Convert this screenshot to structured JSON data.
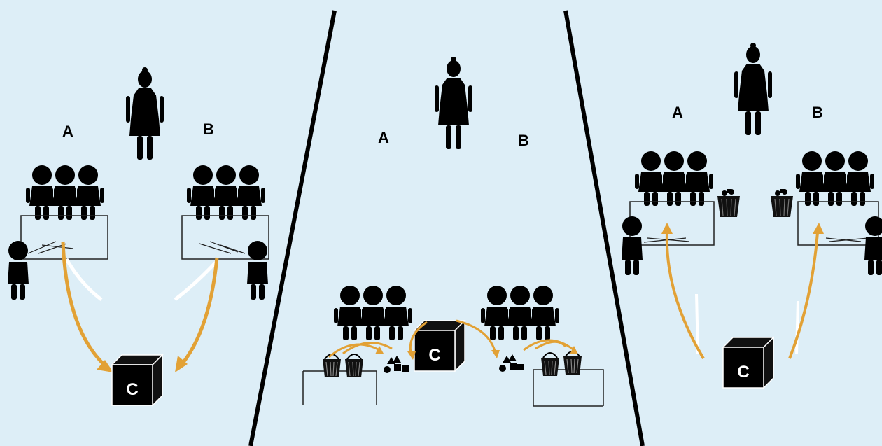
{
  "panels": [
    {
      "label_a": "A",
      "label_b": "B",
      "box_label": "C"
    },
    {
      "label_a": "A",
      "label_b": "B",
      "box_label": "C"
    },
    {
      "label_a": "A",
      "label_b": "B",
      "box_label": "C"
    }
  ],
  "colors": {
    "background": "#ddeef7",
    "figure": "#000000",
    "arrow": "#e2a135",
    "ghost_arrow": "#ffffff"
  }
}
